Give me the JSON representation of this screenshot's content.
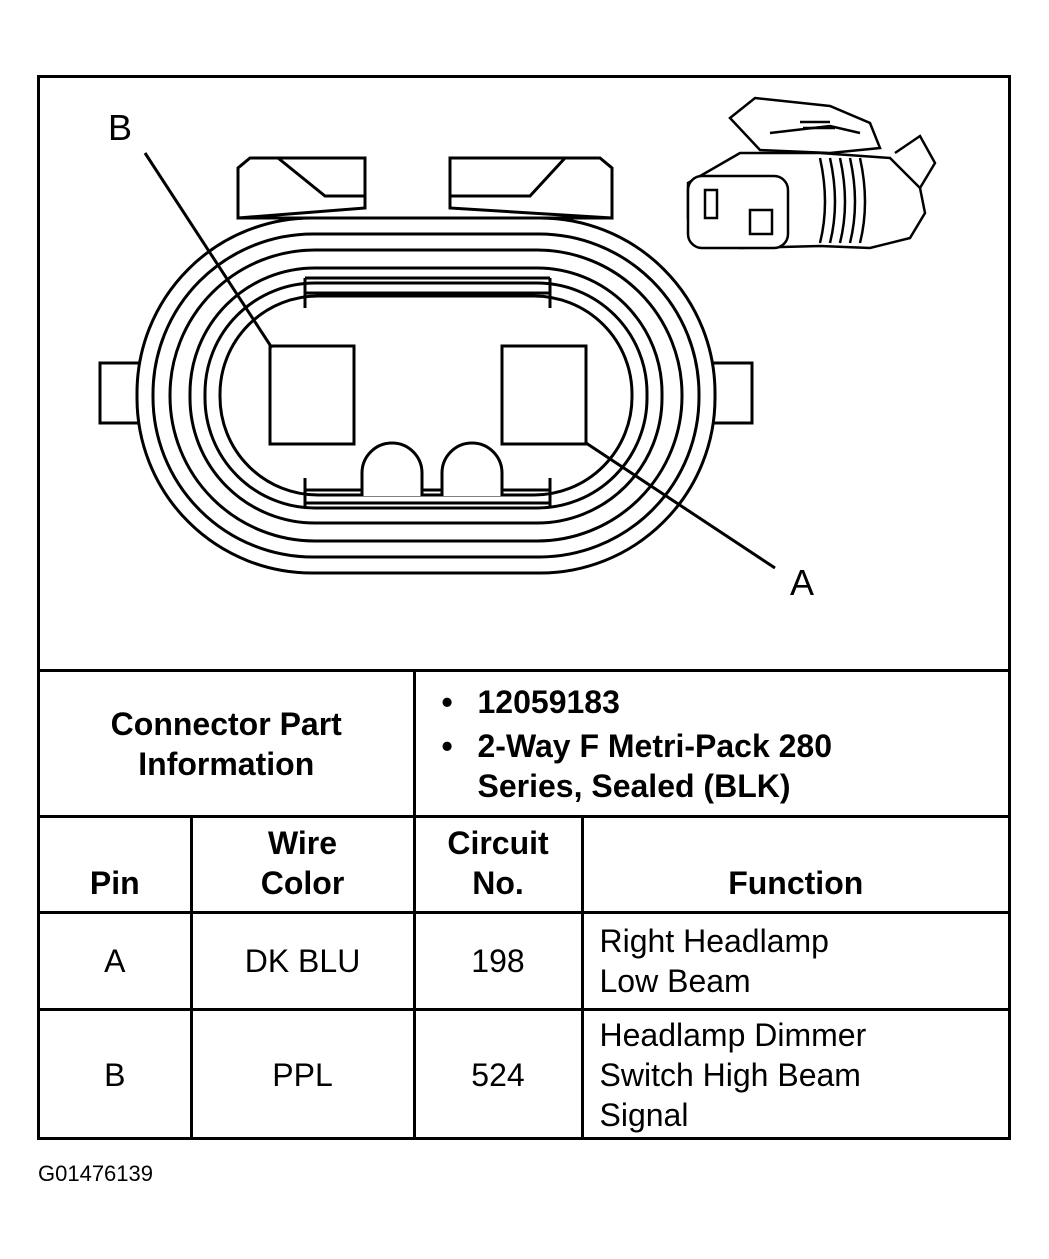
{
  "diagram": {
    "callout_b": "B",
    "callout_a": "A"
  },
  "connector_info": {
    "label": "Connector Part Information",
    "items": [
      "12059183",
      "2-Way F Metri-Pack 280 Series, Sealed (BLK)"
    ]
  },
  "table": {
    "headers": {
      "pin": "Pin",
      "wire_color": "Wire Color",
      "circuit_no": "Circuit No.",
      "function": "Function"
    },
    "rows": [
      {
        "pin": "A",
        "wire_color": "DK BLU",
        "circuit_no": "198",
        "function": "Right Headlamp Low Beam"
      },
      {
        "pin": "B",
        "wire_color": "PPL",
        "circuit_no": "524",
        "function": "Headlamp Dimmer Switch High Beam Signal"
      }
    ]
  },
  "figure_code": "G01476139"
}
